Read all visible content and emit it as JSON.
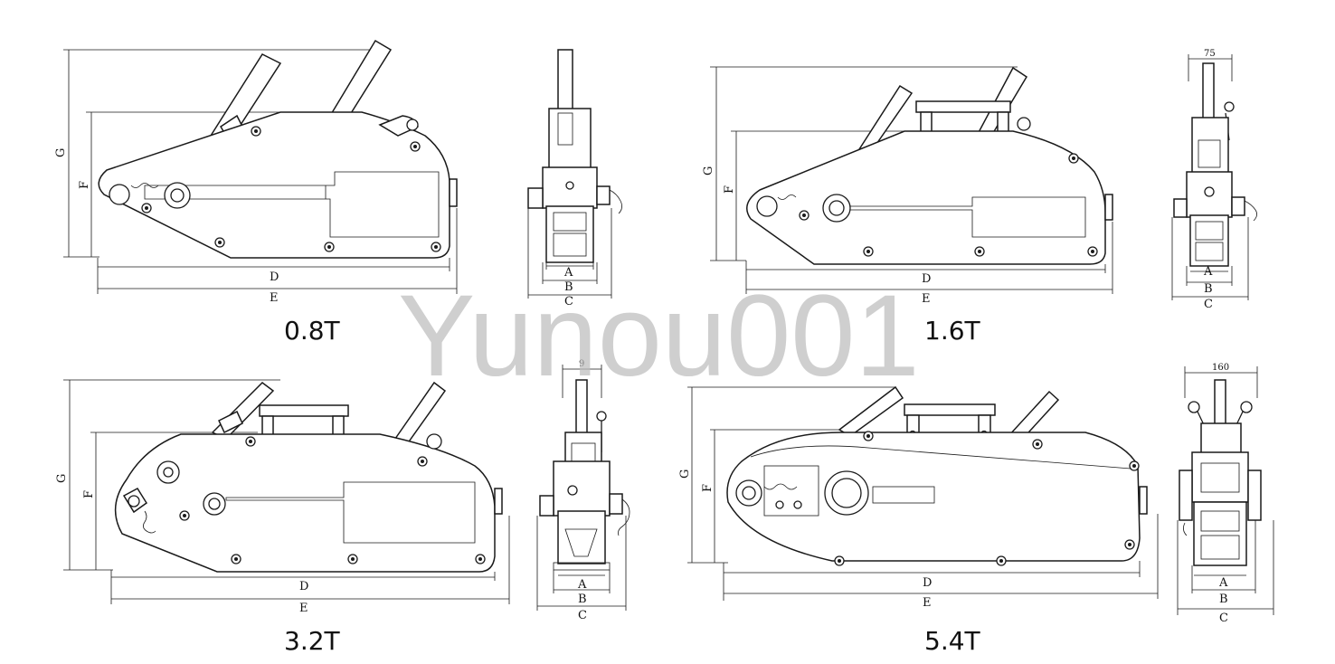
{
  "models": [
    {
      "id": "m08",
      "caption": "0.8T",
      "side_labels": {
        "g": "G",
        "f": "F",
        "d": "D",
        "e": "E"
      },
      "front_labels": {
        "a": "A",
        "b": "B",
        "c": "C",
        "top": ""
      }
    },
    {
      "id": "m16",
      "caption": "1.6T",
      "side_labels": {
        "g": "G",
        "f": "F",
        "d": "D",
        "e": "E"
      },
      "front_labels": {
        "a": "A",
        "b": "B",
        "c": "C",
        "top": "75"
      }
    },
    {
      "id": "m32",
      "caption": "3.2T",
      "side_labels": {
        "g": "G",
        "f": "F",
        "d": "D",
        "e": "E"
      },
      "front_labels": {
        "a": "A",
        "b": "B",
        "c": "C",
        "top": "9"
      }
    },
    {
      "id": "m54",
      "caption": "5.4T",
      "side_labels": {
        "g": "G",
        "f": "F",
        "d": "D",
        "e": "E"
      },
      "front_labels": {
        "a": "A",
        "b": "B",
        "c": "C",
        "top": "160"
      }
    }
  ],
  "watermark": "Yunou001"
}
